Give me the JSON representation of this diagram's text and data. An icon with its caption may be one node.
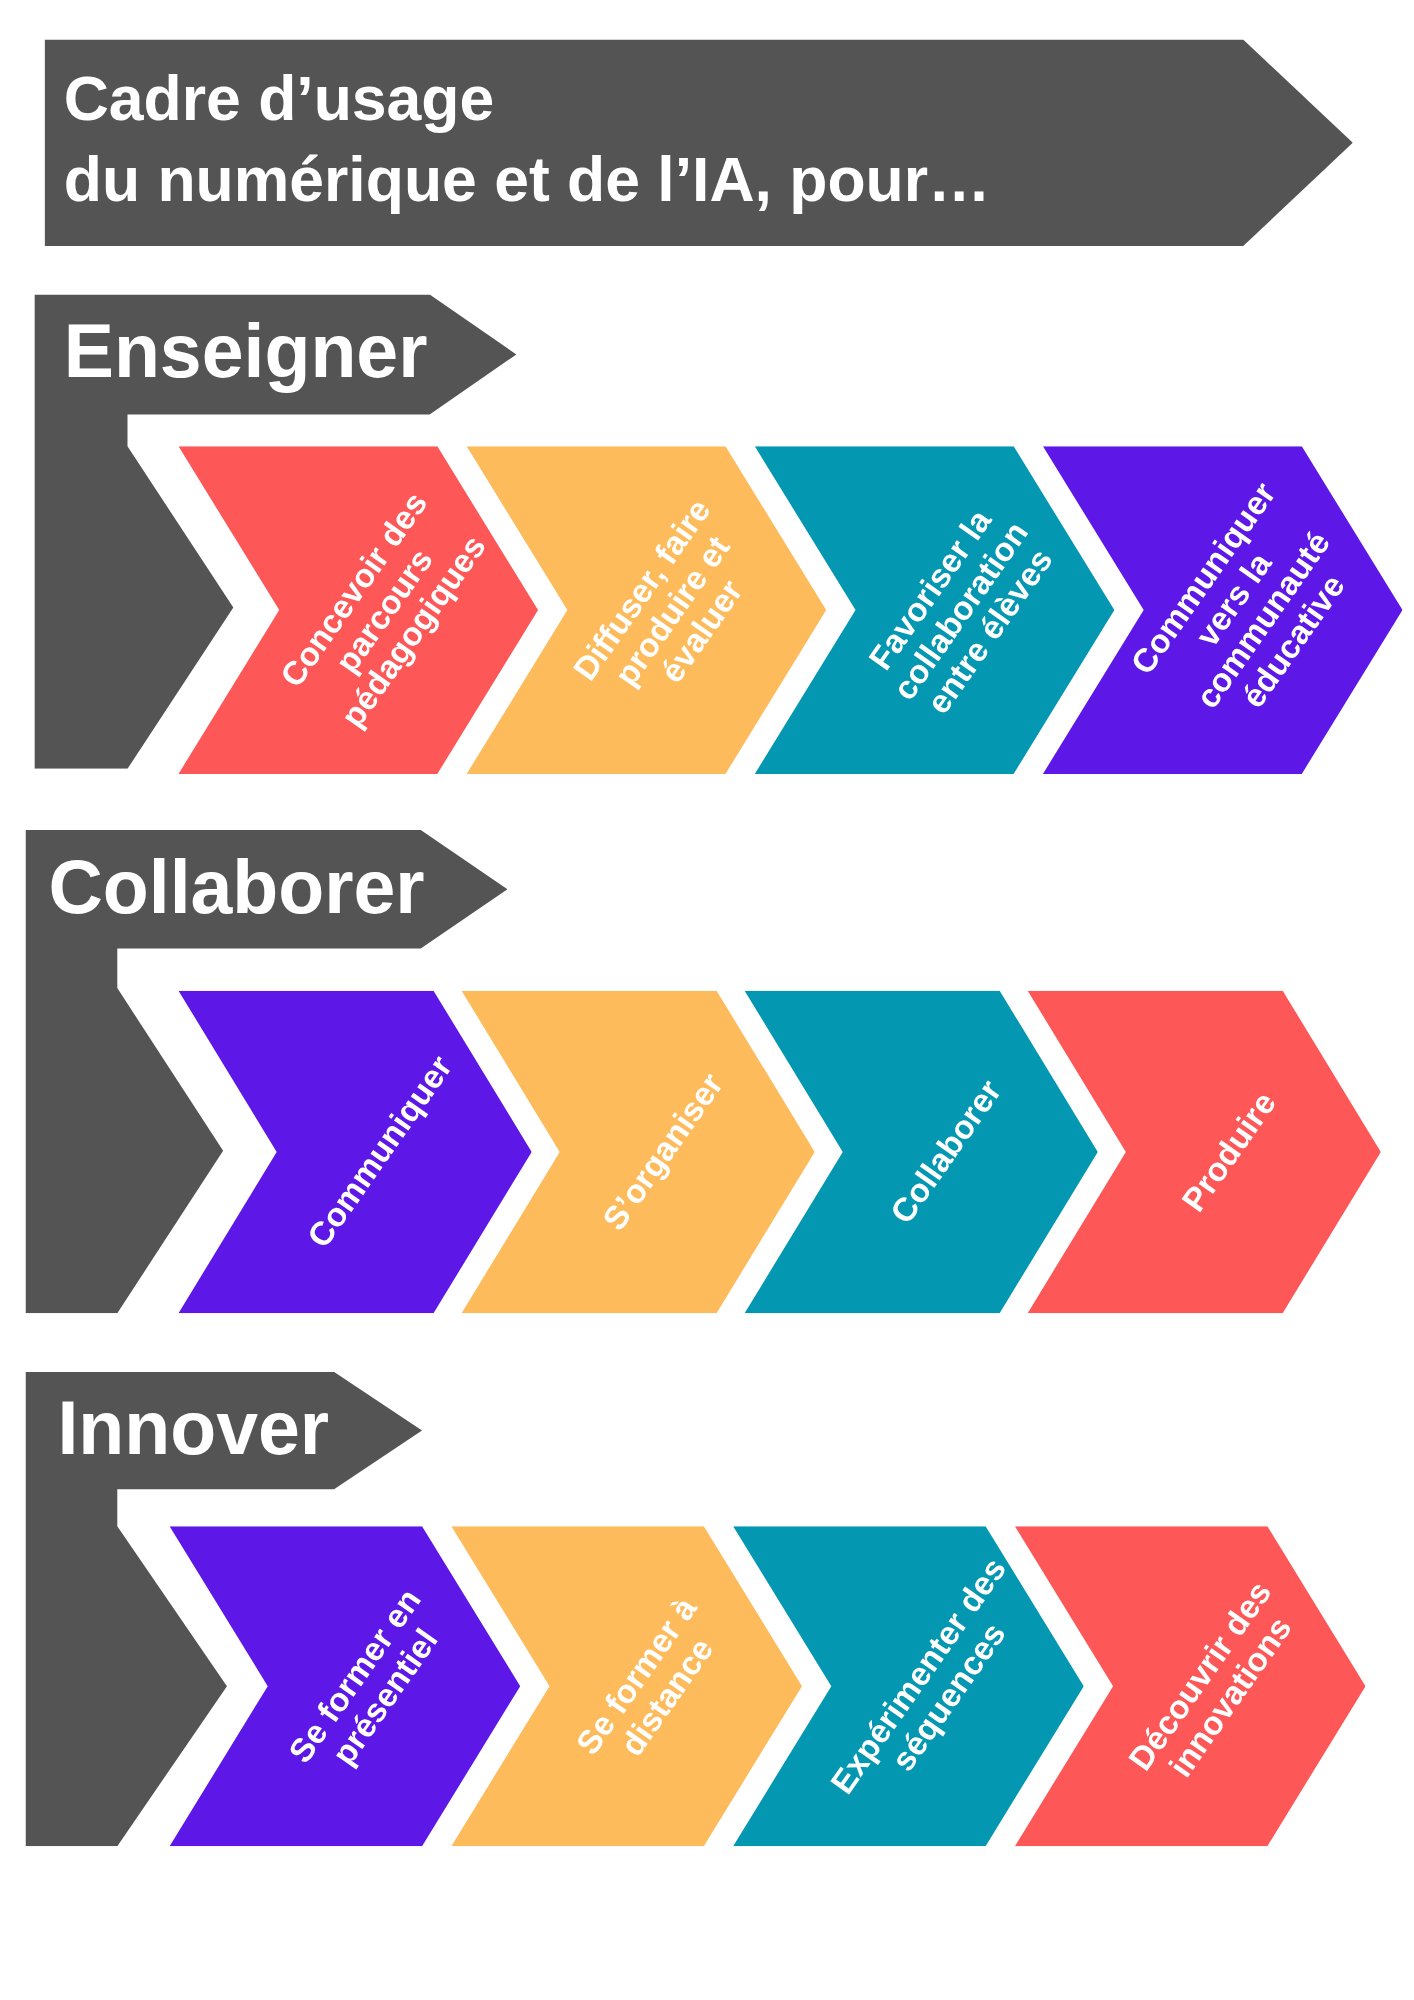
{
  "diagram": {
    "nodes": [
      {
        "text": [
          "Cadre d’usage",
          "du numérique et de l’IA, pour…"
        ]
      },
      {
        "text": [
          "Enseigner"
        ]
      },
      {
        "text": [
          "Concevoir des parcours pédagogiques"
        ]
      },
      {
        "text": [
          "Diffuser, faire produire et évaluer"
        ]
      },
      {
        "text": [
          "Favoriser la collaboration entre élèves"
        ]
      },
      {
        "text": [
          "Communiquer vers la communauté éducative"
        ]
      },
      {
        "text": [
          "Collaborer"
        ]
      },
      {
        "text": [
          "Communiquer"
        ]
      },
      {
        "text": [
          "S’organiser"
        ]
      },
      {
        "text": [
          "Collaborer"
        ]
      },
      {
        "text": [
          "Produire"
        ]
      },
      {
        "text": [
          "Innover"
        ]
      },
      {
        "text": [
          "Se former en présentiel"
        ]
      },
      {
        "text": [
          "Se former à distance"
        ]
      },
      {
        "text": [
          "Expérimenter des séquences"
        ]
      },
      {
        "text": [
          "Découvrir des innovations"
        ]
      }
    ]
  }
}
